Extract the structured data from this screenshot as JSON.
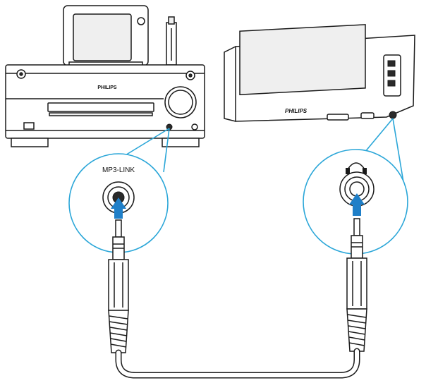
{
  "brand": {
    "system_logo": "PHILIPS",
    "player_logo": "PHILIPS"
  },
  "callouts": {
    "left_label": "MP3-LINK",
    "right_icon": "headphone-icon"
  },
  "colors": {
    "callout_ring": "#2aa6d8",
    "arrow": "#1f7fc8",
    "outline": "#1a1a1a"
  }
}
